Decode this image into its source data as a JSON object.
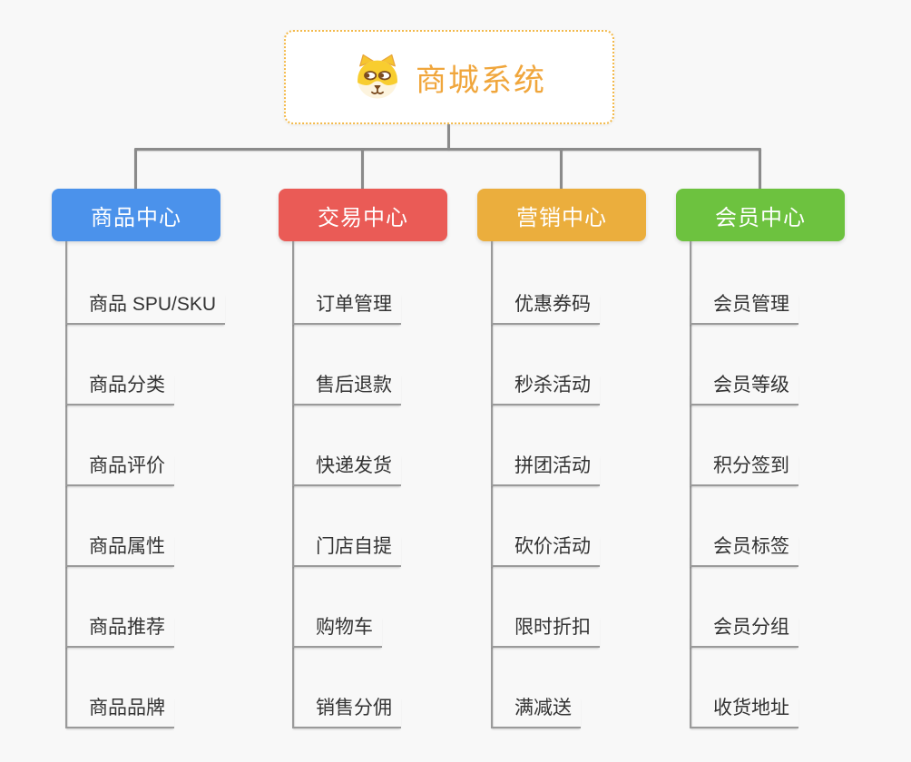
{
  "root": {
    "title": "商城系统",
    "icon": "shiba-dog-icon",
    "text_color": "#F0A63C",
    "border_color": "#F3B94A"
  },
  "connector_color": "#8b8b8b",
  "background_color": "#f8f8f8",
  "branches": [
    {
      "label": "商品中心",
      "color": "#4B92EB",
      "items": [
        "商品 SPU/SKU",
        "商品分类",
        "商品评价",
        "商品属性",
        "商品推荐",
        "商品品牌"
      ]
    },
    {
      "label": "交易中心",
      "color": "#EA5B56",
      "items": [
        "订单管理",
        "售后退款",
        "快递发货",
        "门店自提",
        "购物车",
        "销售分佣"
      ]
    },
    {
      "label": "营销中心",
      "color": "#EBAE3D",
      "items": [
        "优惠券码",
        "秒杀活动",
        "拼团活动",
        "砍价活动",
        "限时折扣",
        "满减送"
      ]
    },
    {
      "label": "会员中心",
      "color": "#6DC23F",
      "items": [
        "会员管理",
        "会员等级",
        "积分签到",
        "会员标签",
        "会员分组",
        "收货地址"
      ]
    }
  ]
}
